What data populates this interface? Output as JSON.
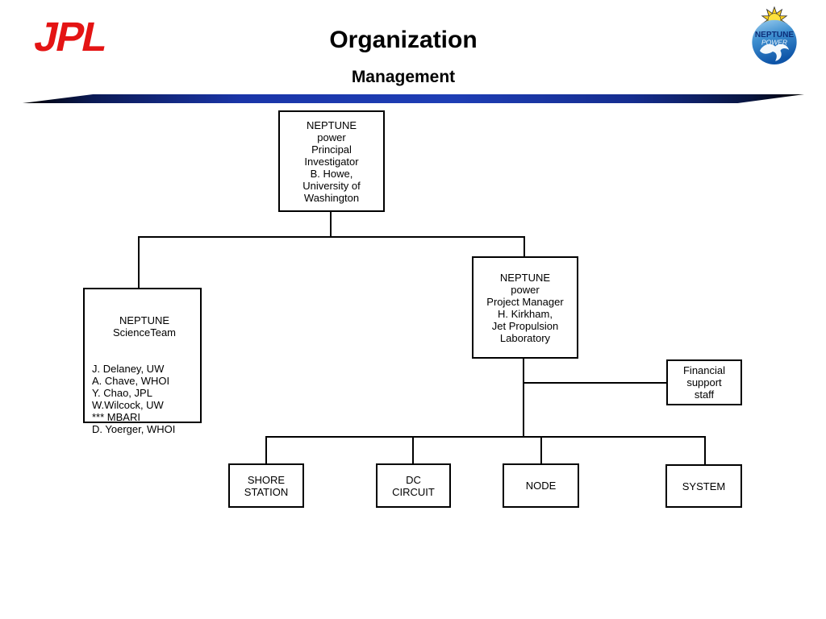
{
  "header": {
    "title": "Organization",
    "subtitle": "Management"
  },
  "logos": {
    "jpl": "JPL",
    "neptune": {
      "name": "NEPTUNE",
      "power": "POWER"
    }
  },
  "org_chart": {
    "principal_investigator": "NEPTUNE\npower\nPrincipal\nInvestigator\nB. Howe,\nUniversity of\nWashington",
    "science_team_title": "NEPTUNE\nScienceTeam",
    "science_team_members": "J. Delaney, UW\nA. Chave, WHOI\nY. Chao, JPL\nW.Wilcock, UW\n*** MBARI\nD. Yoerger, WHOI",
    "project_manager": "NEPTUNE\npower\nProject Manager\nH. Kirkham,\nJet Propulsion\nLaboratory",
    "financial_support": "Financial\nsupport\nstaff",
    "shore_station": "SHORE\nSTATION",
    "dc_circuit": "DC\nCIRCUIT",
    "node": "NODE",
    "system": "SYSTEM"
  },
  "colors": {
    "jpl_red": "#e41414",
    "divider_blue": "#1e3eb5",
    "divider_dark": "#000000",
    "neptune_logo_blue": "#2a7cc4",
    "neptune_sun_yellow": "#ffd21e",
    "box_border": "#000000",
    "background": "#ffffff"
  }
}
